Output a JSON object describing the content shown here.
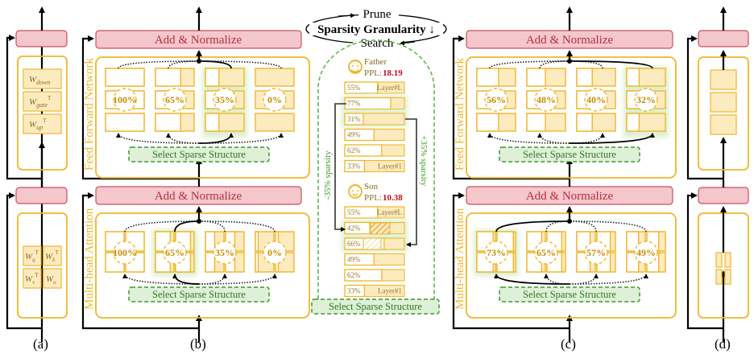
{
  "colors": {
    "norm_fill": "#f4c7cc",
    "norm_stroke": "#c9505f",
    "block_stroke": "#f0b62a",
    "block_fill": "#fdebc0",
    "select_fill": "#dff0d8",
    "select_stroke": "#3a9a2a",
    "ppl_red": "#c0121f",
    "glow_green": "#d7efc8"
  },
  "top": {
    "prune": "Prune",
    "title": "Sparsity Granularity ↓",
    "search": "Search"
  },
  "panel_a": {
    "caption": "(a)",
    "ffn_weights": [
      "W_down",
      "W_gate^T",
      "W_up^T"
    ],
    "attn_weights": [
      "W_q^T",
      "W_k^T",
      "W_v^T",
      "W_o"
    ]
  },
  "panel_b": {
    "caption": "(b)",
    "ffn": {
      "norm_label": "Add & Normalize",
      "side_label": "Feed Forward Network",
      "options": [
        "100%",
        "65%",
        "35%",
        "0%"
      ],
      "selected_index": 2,
      "select_label": "Select Sparse Structure"
    },
    "attn": {
      "norm_label": "Add & Normalize",
      "side_label": "Multi-head Attention",
      "options": [
        "100%",
        "65%",
        "35%",
        "0%"
      ],
      "selected_index": 1,
      "select_label": "Select Sparse Structure"
    }
  },
  "panel_mid": {
    "father": {
      "label": "Father",
      "ppl_label": "PPL:",
      "ppl_value": "18.19",
      "layers": [
        {
          "pct": "55%",
          "tag": "Layer#L"
        },
        {
          "pct": "77%",
          "tag": ""
        },
        {
          "pct": "31%",
          "tag": ""
        },
        {
          "pct": "49%",
          "tag": ""
        },
        {
          "pct": "62%",
          "tag": ""
        },
        {
          "pct": "33%",
          "tag": "Layer#1"
        }
      ],
      "layer_fractions": [
        0.55,
        0.77,
        0.31,
        0.49,
        0.62,
        0.33
      ]
    },
    "son": {
      "label": "Son",
      "ppl_label": "PPL:",
      "ppl_value": "10.38",
      "layers": [
        {
          "pct": "55%",
          "tag": "Layer#L"
        },
        {
          "pct": "42%",
          "tag": ""
        },
        {
          "pct": "66%",
          "tag": ""
        },
        {
          "pct": "49%",
          "tag": ""
        },
        {
          "pct": "62%",
          "tag": ""
        },
        {
          "pct": "33%",
          "tag": "Layer#1"
        }
      ],
      "layer_fractions": [
        0.55,
        0.42,
        0.66,
        0.49,
        0.62,
        0.33
      ]
    },
    "left_arrow_label": "-35% sparsity",
    "right_arrow_label": "+35% sparsity",
    "select_label": "Select Sparse Structure"
  },
  "panel_c": {
    "caption": "(c)",
    "ffn": {
      "norm_label": "Add & Normalize",
      "side_label": "Feed Forward Network",
      "options": [
        "56%",
        "48%",
        "40%",
        "32%"
      ],
      "selected_index": 3,
      "select_label": "Select Sparse Structure"
    },
    "attn": {
      "norm_label": "Add & Normalize",
      "side_label": "Multi-head Attention",
      "options": [
        "73%",
        "65%",
        "57%",
        "49%"
      ],
      "selected_index": 0,
      "select_label": "Select Sparse Structure"
    }
  },
  "panel_d": {
    "caption": "(d)"
  }
}
